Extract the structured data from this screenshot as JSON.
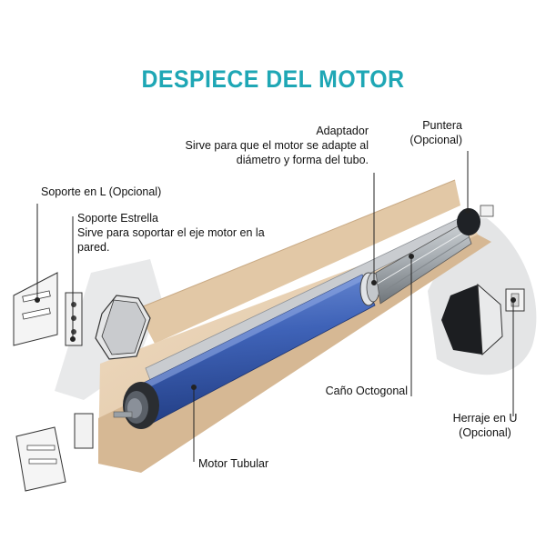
{
  "title": "DESPIECE DEL MOTOR",
  "labels": {
    "soporte_l": "Soporte en L (Opcional)",
    "soporte_estrella": {
      "name": "Soporte Estrella",
      "desc_line1": "Sirve para soportar el eje motor en la",
      "desc_line2": "pared."
    },
    "adaptador": {
      "name": "Adaptador",
      "desc_line1": "Sirve para que el motor se adapte al",
      "desc_line2": "diámetro y forma del tubo."
    },
    "puntera": {
      "line1": "Puntera",
      "line2": "(Opcional)"
    },
    "cano_octogonal": "Caño Octogonal",
    "herraje_u": {
      "line1": "Herraje en U",
      "line2": "(Opcional)"
    },
    "motor_tubular": "Motor Tubular"
  },
  "colors": {
    "title": "#1fa7b5",
    "motor_blue": "#3f63b8",
    "wood": "#e9d3b6",
    "wood_dark": "#d9bc97",
    "tube_grey": "#a8aeb3",
    "callout_bg": "#e6e7e8",
    "leader": "#222222"
  }
}
